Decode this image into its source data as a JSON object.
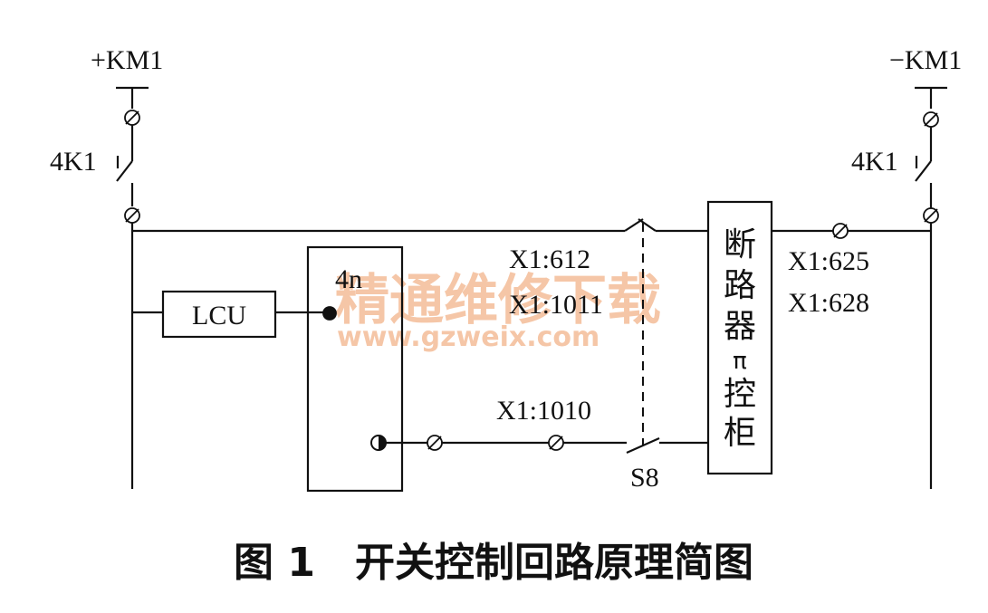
{
  "labels": {
    "pos_bus": "+KM1",
    "neg_bus": "−KM1",
    "relay_left": "4K1",
    "relay_right": "4K1",
    "lcu": "LCU",
    "module": "4n",
    "terminal_612": "X1:612",
    "terminal_1011": "X1:1011",
    "terminal_1010": "X1:1010",
    "terminal_625": "X1:625",
    "terminal_628": "X1:628",
    "switch_s8": "S8",
    "cabinet": [
      "断",
      "路",
      "器",
      "π",
      "控",
      "柜"
    ]
  },
  "caption": "图 1　开关控制回路原理简图",
  "watermark": {
    "cn": "精通维修下载",
    "url": "www.gzweix.com"
  }
}
